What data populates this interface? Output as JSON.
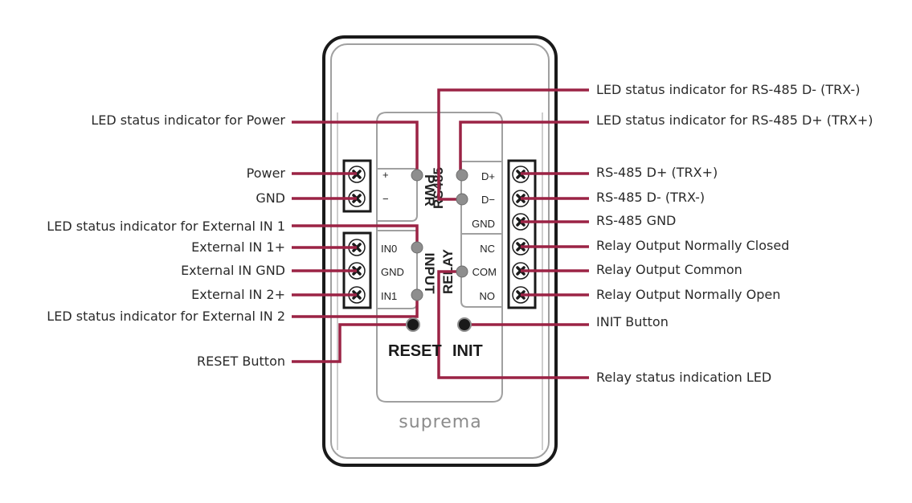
{
  "diagram": {
    "type": "device-terminal-layout",
    "brand": "suprema",
    "colors": {
      "leader": "#9b2345",
      "outline": "#1a1a1a",
      "inner_outline": "#a0a0a0",
      "led": "#8e8e8e",
      "button": "#1a1a1a",
      "brand_text": "#8c8c8c"
    },
    "device": {
      "panel_labels": {
        "pwr": "PWR",
        "rs485": "RS485",
        "input": "INPUT",
        "relay": "RELAY"
      },
      "pwr_terminals": [
        "+",
        "−"
      ],
      "input_terminals": [
        "IN0",
        "GND",
        "IN1"
      ],
      "rs485_terminals": [
        "D+",
        "D−",
        "GND"
      ],
      "relay_terminals": [
        "NC",
        "COM",
        "NO"
      ],
      "buttons": {
        "reset": "RESET",
        "init": "INIT"
      }
    },
    "callouts_left": [
      "LED status indicator for Power",
      "Power",
      "GND",
      "LED status indicator for External IN 1",
      "External IN 1+",
      "External IN GND",
      "External IN 2+",
      "LED status indicator for External IN 2",
      "RESET Button"
    ],
    "callouts_right": [
      "LED status indicator for RS-485 D- (TRX-)",
      "LED status indicator for RS-485 D+ (TRX+)",
      "RS-485 D+ (TRX+)",
      "RS-485 D- (TRX-)",
      "RS-485 GND",
      "Relay Output Normally Closed",
      "Relay Output Common",
      "Relay Output Normally Open",
      "INIT Button",
      "Relay status indication LED"
    ]
  }
}
